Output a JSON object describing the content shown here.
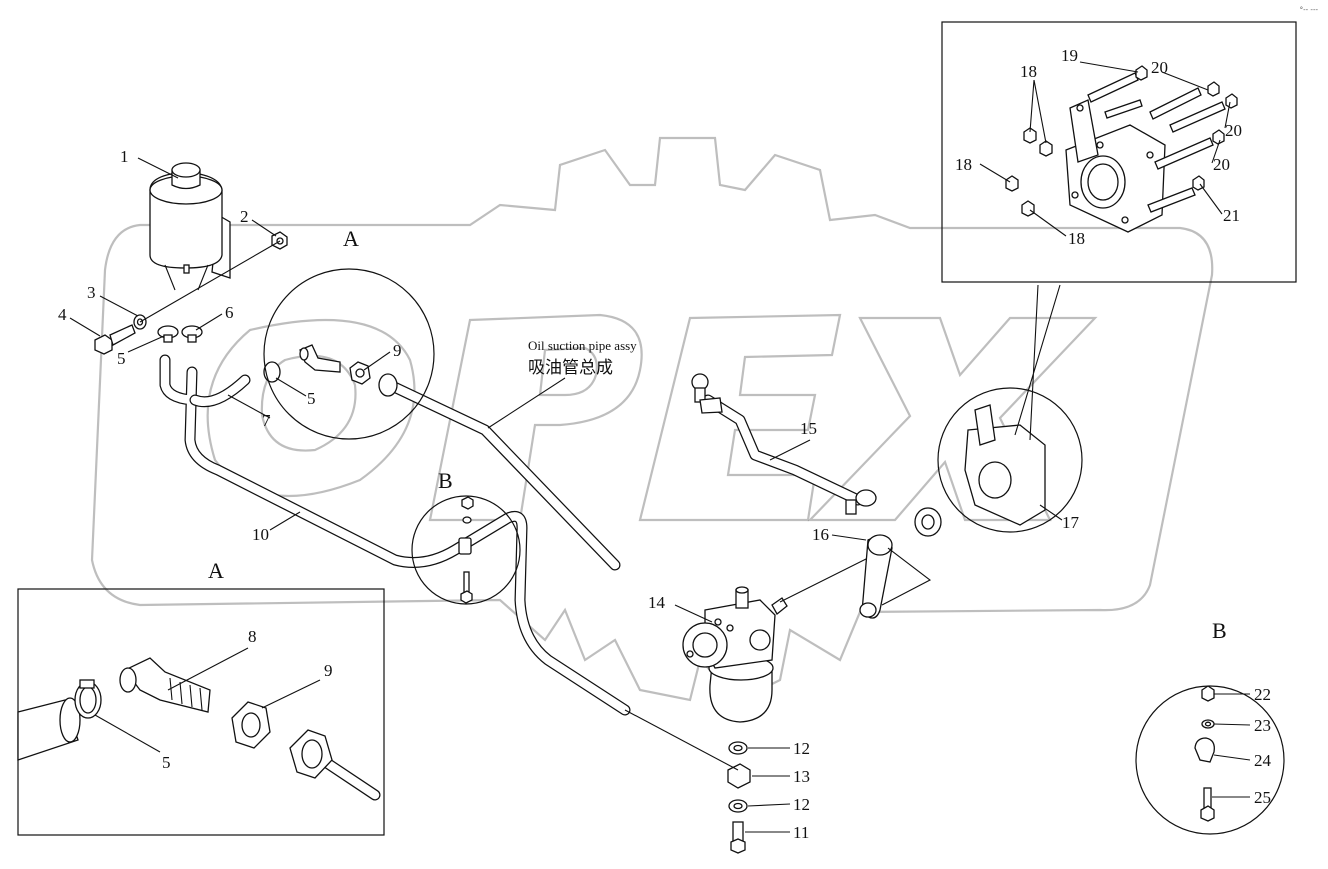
{
  "watermark": "OPEX",
  "corner_mark": "°-- ---",
  "captions": {
    "oil_suction_en": "Oil suction pipe assy",
    "oil_suction_zh": "吸油管总成"
  },
  "detail_letters": {
    "a_top": "A",
    "b_top": "B",
    "a_box": "A",
    "b_circle": "B"
  },
  "callouts": {
    "c1": "1",
    "c2": "2",
    "c3": "3",
    "c4": "4",
    "c5a": "5",
    "c5b": "5",
    "c5c": "5",
    "c6": "6",
    "c7": "7",
    "c8": "8",
    "c9a": "9",
    "c9b": "9",
    "c10": "10",
    "c11": "11",
    "c12a": "12",
    "c12b": "12",
    "c13": "13",
    "c14": "14",
    "c15": "15",
    "c16": "16",
    "c17": "17",
    "c18a": "18",
    "c18b": "18",
    "c18c": "18",
    "c19": "19",
    "c20a": "20",
    "c20b": "20",
    "c20c": "20",
    "c21": "21",
    "c22": "22",
    "c23": "23",
    "c24": "24",
    "c25": "25"
  }
}
